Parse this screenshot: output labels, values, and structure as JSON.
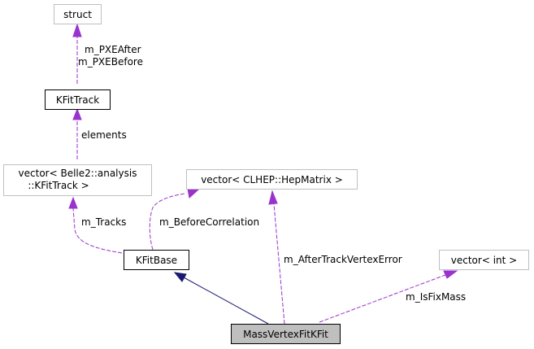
{
  "nodes": {
    "struct": {
      "label": "struct"
    },
    "kfittrack": {
      "label": "KFitTrack"
    },
    "vector_kfittrack": {
      "line1": "vector< Belle2::analysis",
      "line2": "::KFitTrack >"
    },
    "vector_hepmatrix": {
      "label": "vector< CLHEP::HepMatrix >"
    },
    "kfitbase": {
      "label": "KFitBase"
    },
    "vector_int": {
      "label": "vector< int >"
    },
    "massvertexfitkfit": {
      "label": "MassVertexFitKFit"
    }
  },
  "edges": {
    "pxe": {
      "line1": "m_PXEAfter",
      "line2": "m_PXEBefore"
    },
    "elements": {
      "label": "elements"
    },
    "tracks": {
      "label": "m_Tracks"
    },
    "before_correlation": {
      "label": "m_BeforeCorrelation"
    },
    "after_track_vertex_error": {
      "label": "m_AfterTrackVertexError"
    },
    "is_fix_mass": {
      "label": "m_IsFixMass"
    }
  },
  "colors": {
    "usage_edge": "#9a32cd",
    "inheritance_edge": "#191970",
    "focus_fill": "#bfbfbf",
    "grey_border": "#bfbfbf"
  }
}
